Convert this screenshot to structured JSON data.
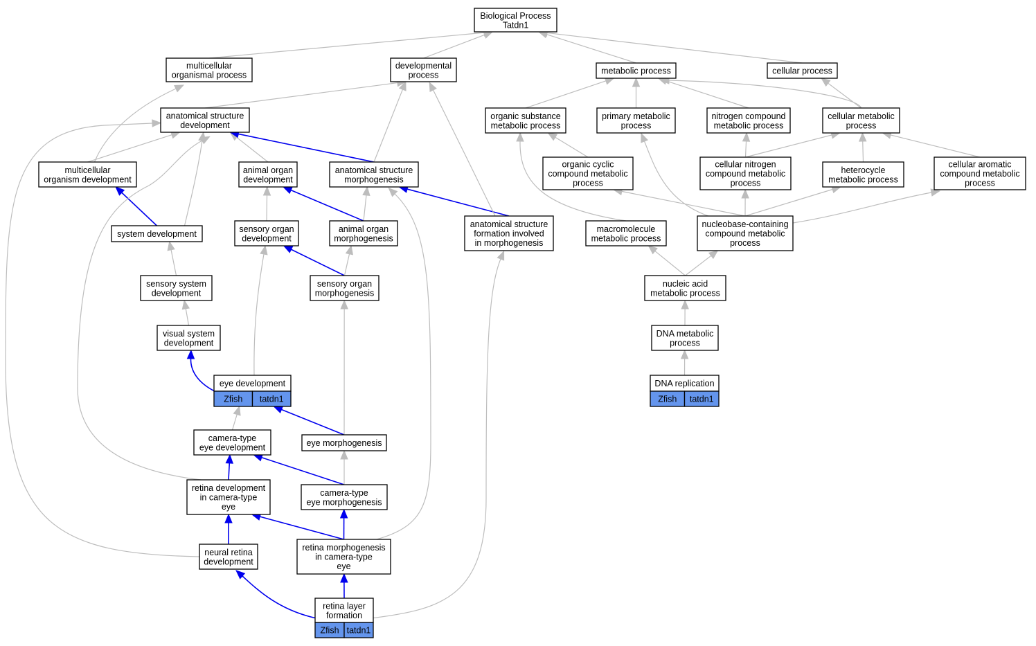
{
  "graph": {
    "title": "Biological Process Tatdn1",
    "nodes": [
      {
        "id": "bp",
        "lines": [
          "Biological Process",
          "Tatdn1"
        ]
      },
      {
        "id": "mop",
        "lines": [
          "multicellular",
          "organismal process"
        ]
      },
      {
        "id": "dp",
        "lines": [
          "developmental",
          "process"
        ]
      },
      {
        "id": "metp",
        "lines": [
          "metabolic process"
        ]
      },
      {
        "id": "cellp",
        "lines": [
          "cellular process"
        ]
      },
      {
        "id": "asd",
        "lines": [
          "anatomical structure",
          "development"
        ]
      },
      {
        "id": "osmp",
        "lines": [
          "organic substance",
          "metabolic process"
        ]
      },
      {
        "id": "pmp",
        "lines": [
          "primary metabolic",
          "process"
        ]
      },
      {
        "id": "ncmp",
        "lines": [
          "nitrogen compound",
          "metabolic process"
        ]
      },
      {
        "id": "cmp",
        "lines": [
          "cellular metabolic",
          "process"
        ]
      },
      {
        "id": "mod",
        "lines": [
          "multicellular",
          "organism development"
        ]
      },
      {
        "id": "aod",
        "lines": [
          "animal organ",
          "development"
        ]
      },
      {
        "id": "asm",
        "lines": [
          "anatomical structure",
          "morphogenesis"
        ]
      },
      {
        "id": "occmp",
        "lines": [
          "organic cyclic",
          "compound metabolic",
          "process"
        ]
      },
      {
        "id": "cncmp",
        "lines": [
          "cellular nitrogen",
          "compound metabolic",
          "process"
        ]
      },
      {
        "id": "hmp",
        "lines": [
          "heterocycle",
          "metabolic process"
        ]
      },
      {
        "id": "cacmp",
        "lines": [
          "cellular aromatic",
          "compound metabolic",
          "process"
        ]
      },
      {
        "id": "sd",
        "lines": [
          "system development"
        ]
      },
      {
        "id": "sod",
        "lines": [
          "sensory organ",
          "development"
        ]
      },
      {
        "id": "aom",
        "lines": [
          "animal organ",
          "morphogenesis"
        ]
      },
      {
        "id": "asfm",
        "lines": [
          "anatomical structure",
          "formation involved",
          "in morphogenesis"
        ]
      },
      {
        "id": "mmp",
        "lines": [
          "macromolecule",
          "metabolic process"
        ]
      },
      {
        "id": "nbccmp",
        "lines": [
          "nucleobase-containing",
          "compound metabolic",
          "process"
        ]
      },
      {
        "id": "ssd",
        "lines": [
          "sensory system",
          "development"
        ]
      },
      {
        "id": "som",
        "lines": [
          "sensory organ",
          "morphogenesis"
        ]
      },
      {
        "id": "namp",
        "lines": [
          "nucleic acid",
          "metabolic process"
        ]
      },
      {
        "id": "vsd",
        "lines": [
          "visual system",
          "development"
        ]
      },
      {
        "id": "dnamp",
        "lines": [
          "DNA metabolic",
          "process"
        ]
      },
      {
        "id": "ed",
        "lines": [
          "eye development"
        ],
        "annotation": [
          "Zfish",
          "tatdn1"
        ]
      },
      {
        "id": "dnar",
        "lines": [
          "DNA replication"
        ],
        "annotation": [
          "Zfish",
          "tatdn1"
        ]
      },
      {
        "id": "cted",
        "lines": [
          "camera-type",
          "eye development"
        ]
      },
      {
        "id": "em",
        "lines": [
          "eye morphogenesis"
        ]
      },
      {
        "id": "rdcte",
        "lines": [
          "retina development",
          "in camera-type",
          "eye"
        ]
      },
      {
        "id": "ctem",
        "lines": [
          "camera-type",
          "eye morphogenesis"
        ]
      },
      {
        "id": "nrd",
        "lines": [
          "neural retina",
          "development"
        ]
      },
      {
        "id": "rmcte",
        "lines": [
          "retina morphogenesis",
          "in camera-type",
          "eye"
        ]
      },
      {
        "id": "rlf",
        "lines": [
          "retina layer",
          "formation"
        ],
        "annotation": [
          "Zfish",
          "tatdn1"
        ]
      }
    ],
    "edges": [
      {
        "from": "mop",
        "to": "bp",
        "color": "gray"
      },
      {
        "from": "dp",
        "to": "bp",
        "color": "gray"
      },
      {
        "from": "metp",
        "to": "bp",
        "color": "gray"
      },
      {
        "from": "cellp",
        "to": "bp",
        "color": "gray"
      },
      {
        "from": "asd",
        "to": "dp",
        "color": "gray"
      },
      {
        "from": "osmp",
        "to": "metp",
        "color": "gray"
      },
      {
        "from": "pmp",
        "to": "metp",
        "color": "gray"
      },
      {
        "from": "ncmp",
        "to": "metp",
        "color": "gray"
      },
      {
        "from": "cmp",
        "to": "metp",
        "color": "gray"
      },
      {
        "from": "cmp",
        "to": "cellp",
        "color": "gray"
      },
      {
        "from": "mod",
        "to": "mop",
        "color": "gray"
      },
      {
        "from": "mod",
        "to": "asd",
        "color": "gray"
      },
      {
        "from": "aod",
        "to": "asd",
        "color": "gray"
      },
      {
        "from": "asm",
        "to": "asd",
        "color": "blue"
      },
      {
        "from": "asm",
        "to": "dp",
        "color": "gray"
      },
      {
        "from": "occmp",
        "to": "osmp",
        "color": "gray"
      },
      {
        "from": "cncmp",
        "to": "ncmp",
        "color": "gray"
      },
      {
        "from": "cncmp",
        "to": "cmp",
        "color": "gray"
      },
      {
        "from": "hmp",
        "to": "cmp",
        "color": "gray"
      },
      {
        "from": "cacmp",
        "to": "cmp",
        "color": "gray"
      },
      {
        "from": "sd",
        "to": "mod",
        "color": "blue"
      },
      {
        "from": "sd",
        "to": "asd",
        "color": "gray"
      },
      {
        "from": "sod",
        "to": "aod",
        "color": "gray"
      },
      {
        "from": "aom",
        "to": "aod",
        "color": "blue"
      },
      {
        "from": "aom",
        "to": "asm",
        "color": "gray"
      },
      {
        "from": "asfm",
        "to": "asm",
        "color": "blue"
      },
      {
        "from": "asfm",
        "to": "dp",
        "color": "gray"
      },
      {
        "from": "mmp",
        "to": "osmp",
        "color": "gray"
      },
      {
        "from": "nbccmp",
        "to": "occmp",
        "color": "gray"
      },
      {
        "from": "nbccmp",
        "to": "cncmp",
        "color": "gray"
      },
      {
        "from": "nbccmp",
        "to": "hmp",
        "color": "gray"
      },
      {
        "from": "nbccmp",
        "to": "cacmp",
        "color": "gray"
      },
      {
        "from": "nbccmp",
        "to": "pmp",
        "color": "gray"
      },
      {
        "from": "ssd",
        "to": "sd",
        "color": "gray"
      },
      {
        "from": "som",
        "to": "sod",
        "color": "blue"
      },
      {
        "from": "som",
        "to": "aom",
        "color": "gray"
      },
      {
        "from": "namp",
        "to": "mmp",
        "color": "gray"
      },
      {
        "from": "namp",
        "to": "nbccmp",
        "color": "gray"
      },
      {
        "from": "vsd",
        "to": "ssd",
        "color": "gray"
      },
      {
        "from": "dnamp",
        "to": "namp",
        "color": "gray"
      },
      {
        "from": "ed",
        "to": "vsd",
        "color": "blue"
      },
      {
        "from": "ed",
        "to": "sod",
        "color": "gray"
      },
      {
        "from": "dnar",
        "to": "dnamp",
        "color": "gray"
      },
      {
        "from": "cted",
        "to": "ed",
        "color": "gray"
      },
      {
        "from": "em",
        "to": "ed",
        "color": "blue"
      },
      {
        "from": "em",
        "to": "som",
        "color": "gray"
      },
      {
        "from": "rdcte",
        "to": "cted",
        "color": "blue"
      },
      {
        "from": "rdcte",
        "to": "asd",
        "color": "gray"
      },
      {
        "from": "ctem",
        "to": "cted",
        "color": "blue"
      },
      {
        "from": "ctem",
        "to": "em",
        "color": "gray"
      },
      {
        "from": "nrd",
        "to": "rdcte",
        "color": "blue"
      },
      {
        "from": "nrd",
        "to": "asd",
        "color": "gray"
      },
      {
        "from": "rmcte",
        "to": "rdcte",
        "color": "blue"
      },
      {
        "from": "rmcte",
        "to": "ctem",
        "color": "blue"
      },
      {
        "from": "rmcte",
        "to": "asm",
        "color": "gray"
      },
      {
        "from": "rlf",
        "to": "nrd",
        "color": "blue"
      },
      {
        "from": "rlf",
        "to": "rmcte",
        "color": "blue"
      },
      {
        "from": "rlf",
        "to": "asfm",
        "color": "gray"
      }
    ],
    "colors": {
      "annotation_fill": "#6495ed",
      "edge_gray": "#bdbdbd",
      "edge_blue": "#0000ee",
      "node_border": "#000000"
    }
  }
}
